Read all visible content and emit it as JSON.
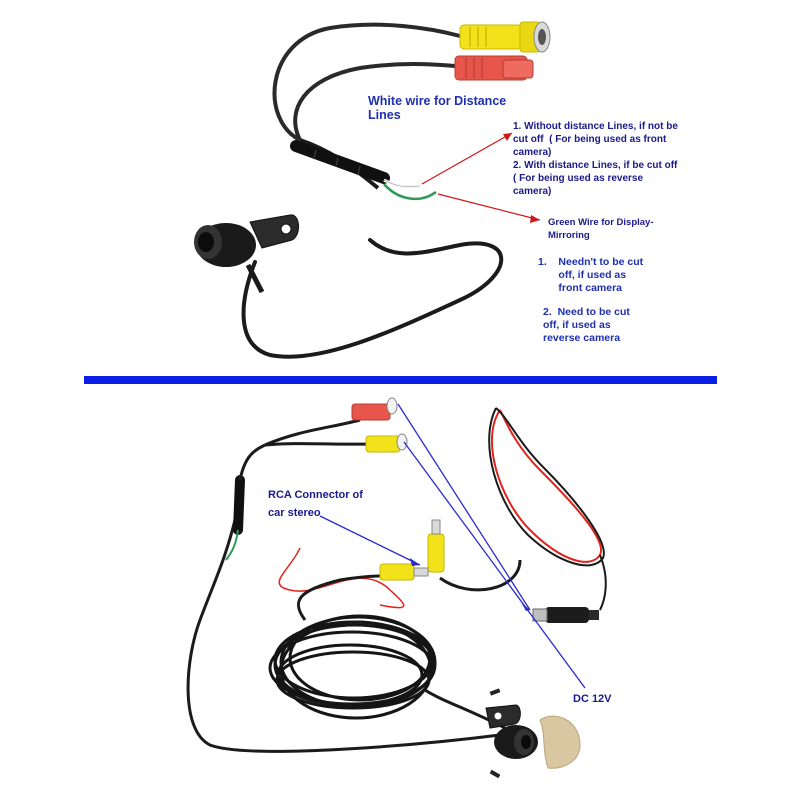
{
  "annotations": {
    "white_wire_title": "White wire for Distance\nLines",
    "distance_options": "1. Without distance Lines, if not be\ncut off  ( For being used as front\ncamera)\n2. With distance Lines, if be cut off\n( For being used as reverse\ncamera)",
    "green_wire_title": "Green Wire for Display-\nMirroring",
    "mirroring_option_1": "1.    Needn't to be cut\n       off, if used as\n       front camera",
    "mirroring_option_2": "2.  Need to be cut\noff, if used as\nreverse camera",
    "rca_connector": "RCA Connector of\ncar stereo",
    "dc_power": "DC 12V"
  },
  "colors": {
    "divider": "#0a1ee6",
    "annotation_text": "#1f2fb0",
    "arrow_red": "#d01818",
    "arrow_blue": "#2b2bd0",
    "rca_yellow": "#f2e21a",
    "rca_red": "#e8554a",
    "cable_black": "#1b1b1b",
    "green_wire": "#2e9a55",
    "red_wire": "#e0241c",
    "adhesive_pad": "#d9c7a2"
  }
}
